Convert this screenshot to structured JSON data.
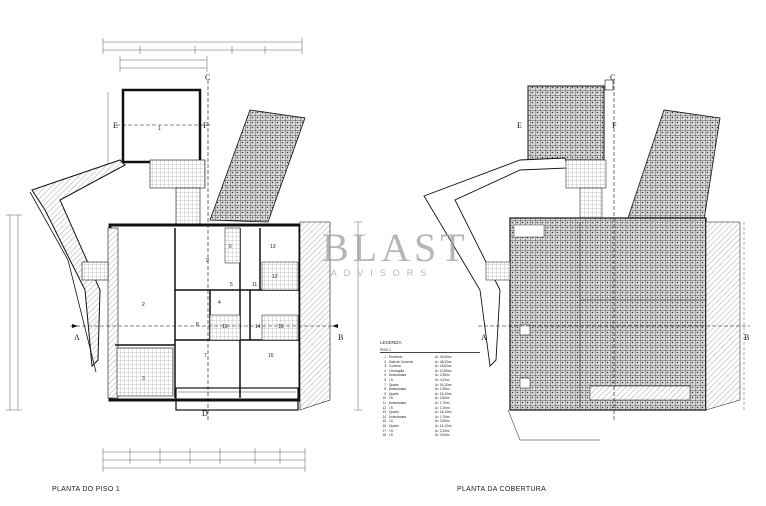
{
  "watermark": {
    "brand": "BLAST",
    "sub": "ADVISORS"
  },
  "captions": {
    "left": "PLANTA DO PISO 1",
    "right": "PLANTA DA COBERTURA"
  },
  "section_marks": {
    "a": "A",
    "b": "B",
    "c": "C",
    "d": "D",
    "e": "E",
    "f": "F"
  },
  "legend": {
    "title": "LEGENDA",
    "subtitle": "PISO 1",
    "items": [
      {
        "n": "1",
        "name": "Escritório",
        "area": "A= 40,60m²"
      },
      {
        "n": "2",
        "name": "Sala de Convívio",
        "area": "A= 48,00m²"
      },
      {
        "n": "3",
        "name": "Cozinha",
        "area": "A= 18,60m²"
      },
      {
        "n": "4",
        "name": "Circulação",
        "area": "A= 10,80m²"
      },
      {
        "n": "5",
        "name": "Antecâmara",
        "area": "A= 2,30m²"
      },
      {
        "n": "6",
        "name": "I.S.",
        "area": "A= 4,10m²"
      },
      {
        "n": "7",
        "name": "Quarto",
        "area": "A= 16,10m²"
      },
      {
        "n": "8",
        "name": "Antecâmara",
        "area": "A= 2,30m²"
      },
      {
        "n": "9",
        "name": "Quarto",
        "area": "A= 16,10m²"
      },
      {
        "n": "10",
        "name": "I.S.",
        "area": "A= 3,50m²"
      },
      {
        "n": "11",
        "name": "Antecâmara",
        "area": "A= 1,70m²"
      },
      {
        "n": "12",
        "name": "I.S.",
        "area": "A= 3,10m²"
      },
      {
        "n": "13",
        "name": "Quarto",
        "area": "A= 16,10m²"
      },
      {
        "n": "14",
        "name": "Antecâmara",
        "area": "A= 1,70m²"
      },
      {
        "n": "15",
        "name": "I.S.",
        "area": "A= 3,90m²"
      },
      {
        "n": "16",
        "name": "Quarto",
        "area": "A= 14,10m²"
      },
      {
        "n": "17",
        "name": "I.S.",
        "area": "A= 3,10m²"
      },
      {
        "n": "18",
        "name": "I.S.",
        "area": "A= 3,00m²"
      }
    ]
  },
  "room_numbers": [
    "1",
    "2",
    "3",
    "4",
    "5",
    "6",
    "7",
    "8",
    "9",
    "10",
    "11",
    "12",
    "13",
    "14",
    "15",
    "16"
  ]
}
